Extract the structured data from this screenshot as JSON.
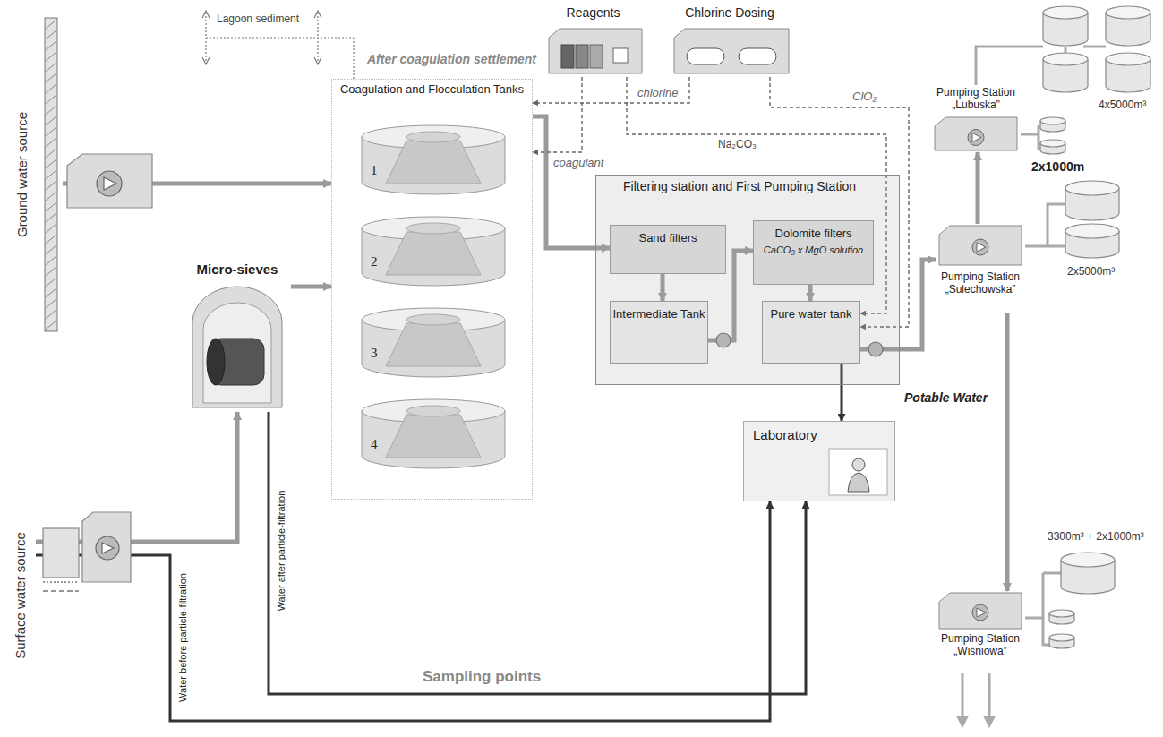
{
  "diagram": {
    "nodes": [
      {
        "text": [
          "Ground water source"
        ]
      },
      {
        "text": [
          "Surface water source"
        ]
      },
      {
        "text": [
          "Micro-sieves"
        ]
      },
      {
        "text": [
          "Coagulation and Flocculation Tanks"
        ]
      },
      {
        "text": [
          "1"
        ],
        "in": 3
      },
      {
        "text": [
          "2"
        ],
        "in": 3
      },
      {
        "text": [
          "3"
        ],
        "in": 3
      },
      {
        "text": [
          "4"
        ],
        "in": 3
      },
      {
        "text": [
          "Reagents"
        ]
      },
      {
        "text": [
          "Chlorine Dosing"
        ]
      },
      {
        "text": [
          "Filtering station and First Pumping Station"
        ]
      },
      {
        "text": [
          "Sand filters"
        ],
        "in": 10
      },
      {
        "text": [
          "Dolomite filters",
          "CaCO₃ x MgO solution"
        ],
        "in": 10
      },
      {
        "text": [
          "Intermediate Tank"
        ],
        "in": 10
      },
      {
        "text": [
          "Pure water tank"
        ],
        "in": 10
      },
      {
        "text": [
          "Laboratory"
        ]
      },
      {
        "text": [
          "Pumping Station „Lubuska”"
        ]
      },
      {
        "text": [
          "Pumping Station „Sulechowska”"
        ]
      },
      {
        "text": [
          "Pumping Station „Wiśniowa”"
        ]
      }
    ],
    "edges": [
      {
        "from": 0,
        "to": 3,
        "arrow": "to"
      },
      {
        "from": 1,
        "to": 2,
        "arrow": "to"
      },
      {
        "from": 2,
        "to": 3,
        "arrow": "to"
      },
      {
        "from": 3,
        "to": 11,
        "arrow": "to"
      },
      {
        "from": 11,
        "to": 13,
        "arrow": "to"
      },
      {
        "from": 13,
        "to": 12,
        "arrow": "to"
      },
      {
        "from": 12,
        "to": 14,
        "arrow": "to"
      },
      {
        "from": 14,
        "to": 17,
        "label": "Potable Water",
        "arrow": "to"
      },
      {
        "from": 17,
        "to": 16,
        "arrow": "to"
      },
      {
        "from": 17,
        "to": 18,
        "arrow": "to"
      },
      {
        "from": 8,
        "to": 3,
        "label": "coagulant",
        "arrow": "to"
      },
      {
        "from": 9,
        "to": 3,
        "label": "chlorine",
        "arrow": "to"
      },
      {
        "from": 8,
        "to": 14,
        "label": "Na₂CO₃",
        "arrow": "to"
      },
      {
        "from": 9,
        "to": 14,
        "label": "ClO₂",
        "arrow": "to"
      },
      {
        "from": 1,
        "to": 15,
        "label": "Water before particle-filtration",
        "arrow": "to"
      },
      {
        "from": 2,
        "to": 15,
        "label": "Water after particle-filtration",
        "arrow": "to"
      },
      {
        "from": 14,
        "to": 15,
        "arrow": "to"
      }
    ],
    "labels": [
      "Lagoon sediment",
      "After coagulation settlement",
      "4x5000m³",
      "2x1000m",
      "2x5000m³",
      "3300m³ + 2x1000m³",
      "Sampling points"
    ]
  }
}
